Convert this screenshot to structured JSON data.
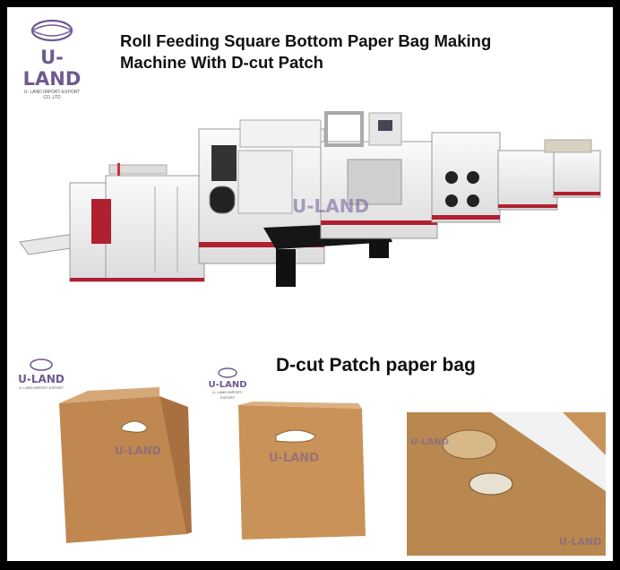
{
  "logo_main": {
    "name": "U-LAND",
    "tagline_1": "U- LAND IMPORT-EXPORT",
    "tagline_2": "CO.,LTD"
  },
  "title_line1": "Roll Feeding Square Bottom Paper Bag Making",
  "title_line2": "Machine With D-cut Patch",
  "watermark": "U-LAND",
  "section_heading": "D-cut Patch paper bag",
  "colors": {
    "brand": "#6e5a90",
    "kraft": "#c8955a",
    "machine_white": "#eeeeee",
    "accent_red": "#b02030"
  }
}
